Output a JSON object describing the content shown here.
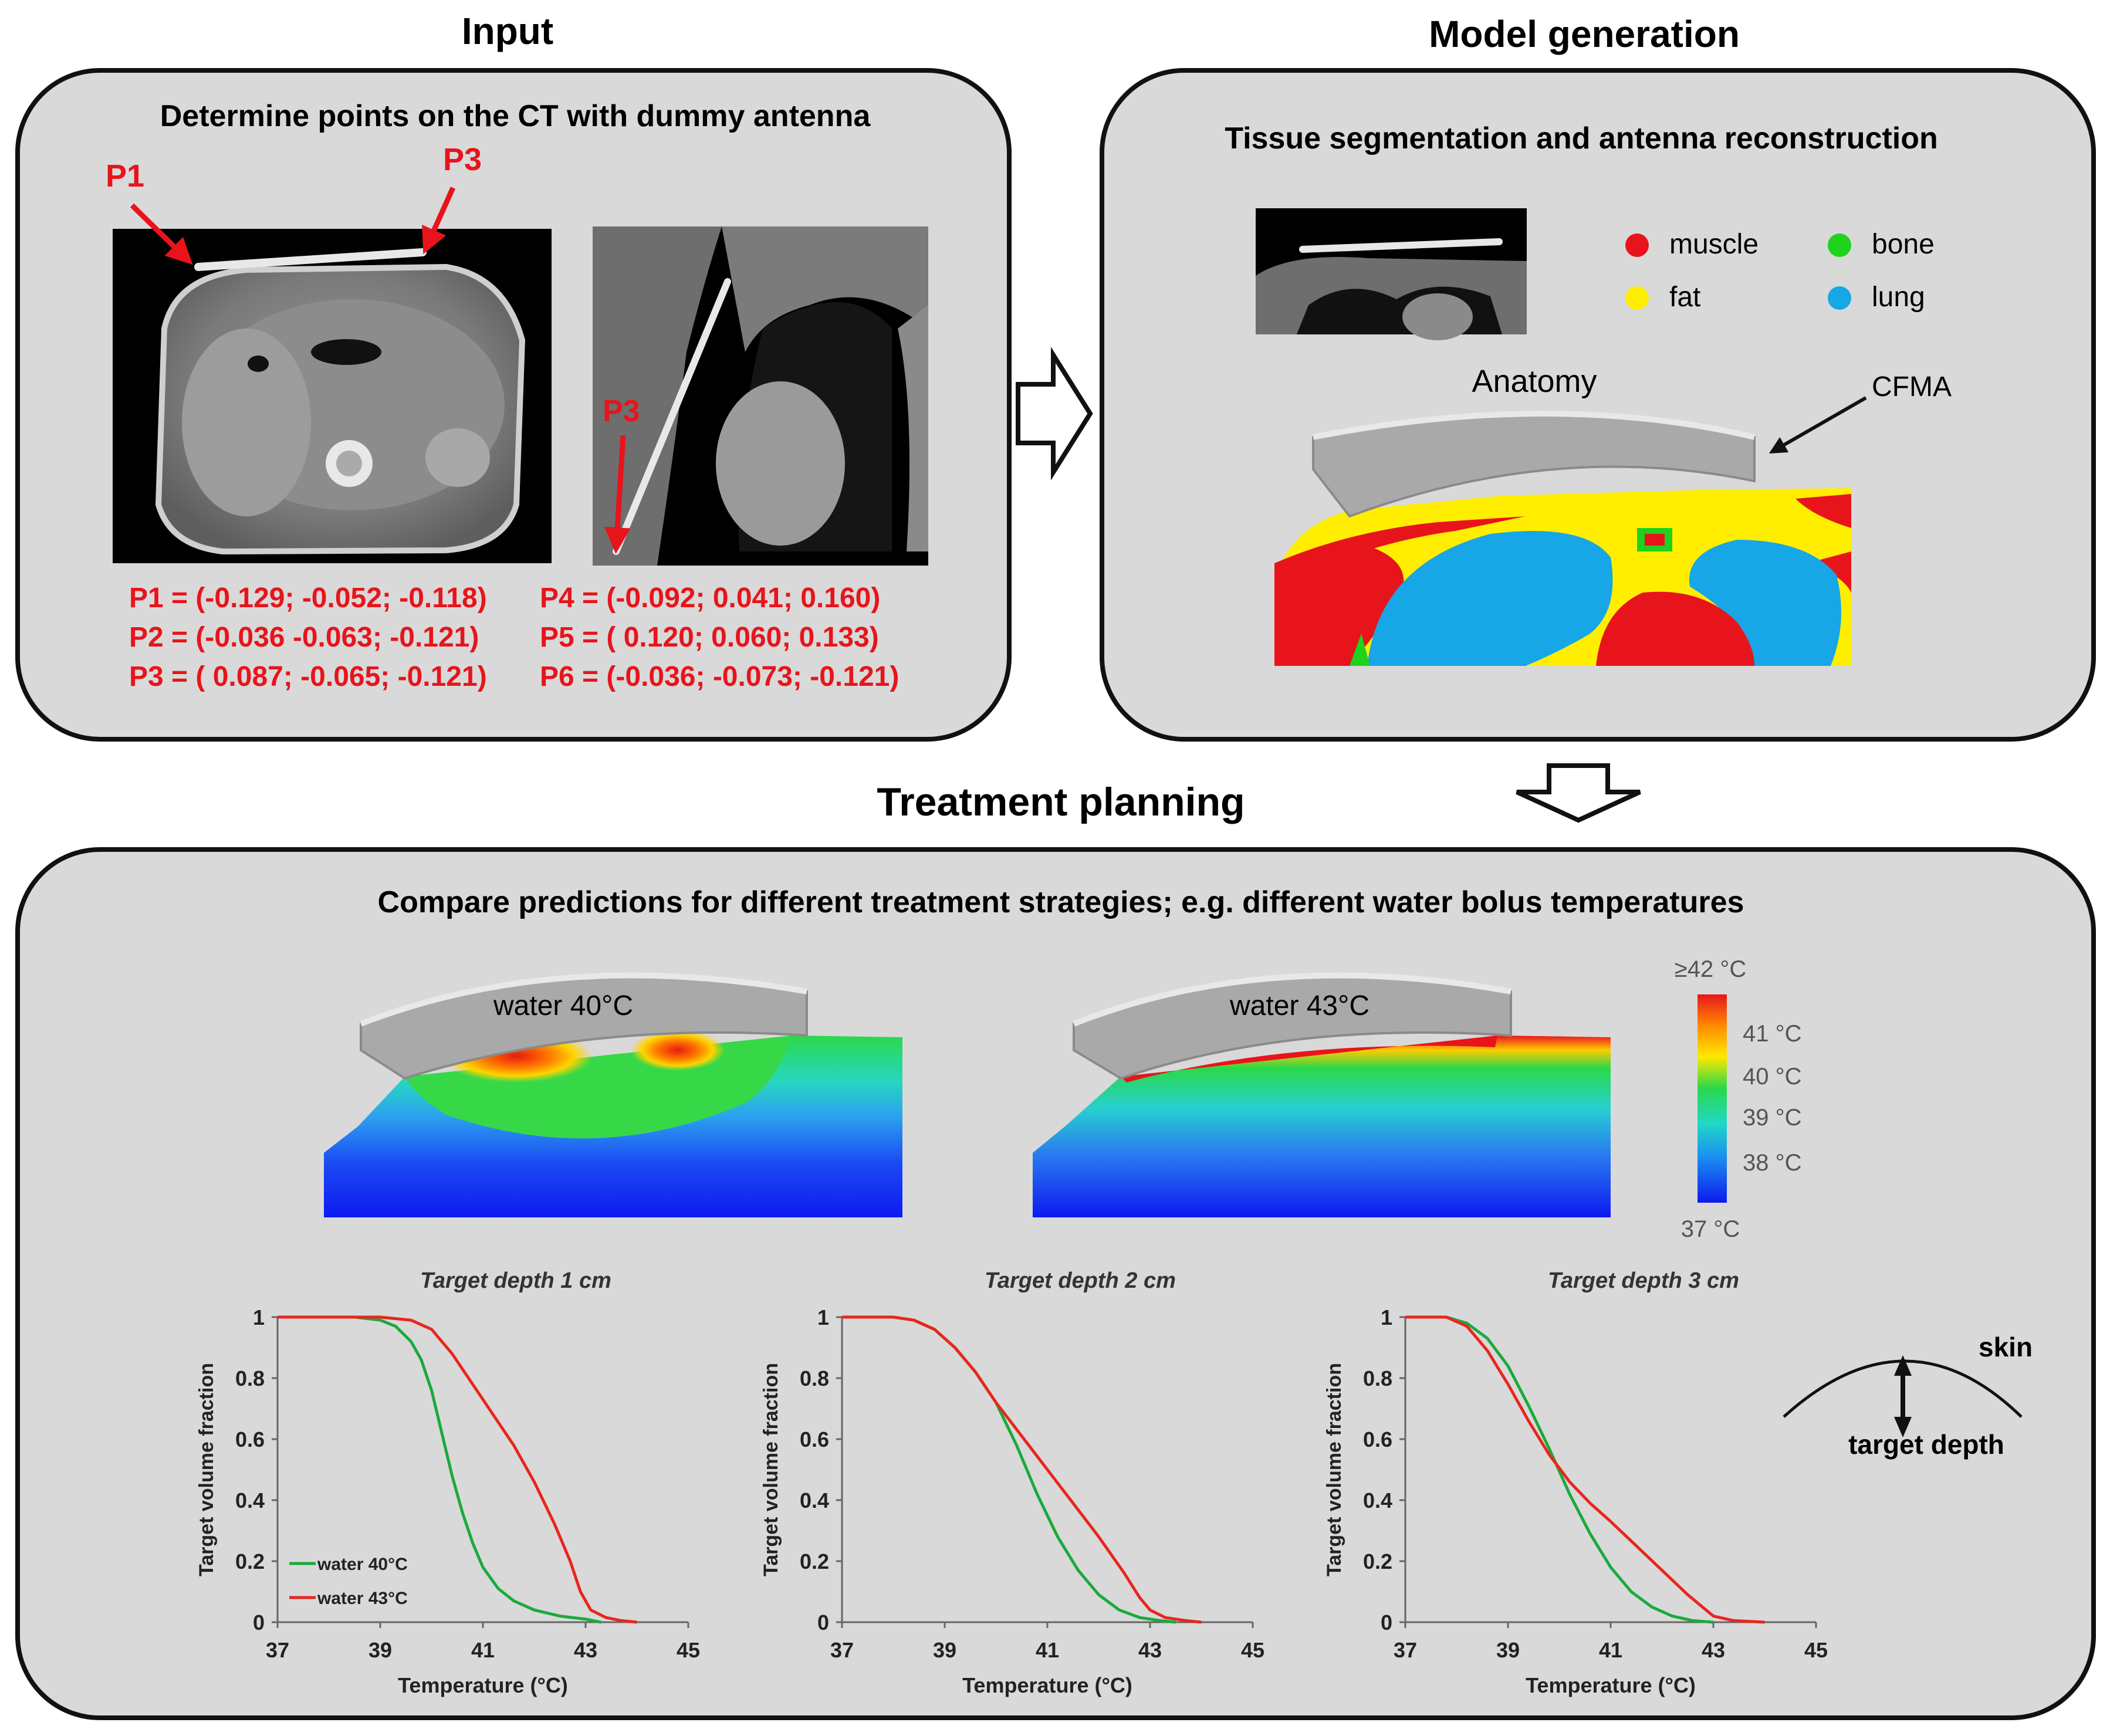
{
  "input": {
    "heading": "Input",
    "subtitle": "Determine points on the CT with dummy antenna",
    "marker_p1": "P1",
    "marker_p3_axial": "P3",
    "marker_p3_sagittal": "P3",
    "points_left": [
      "P1 = (-0.129; -0.052; -0.118)",
      "P2 = (-0.036 -0.063; -0.121)",
      "P3 = ( 0.087; -0.065; -0.121)"
    ],
    "points_right": [
      "P4 = (-0.092;  0.041; 0.160)",
      "P5 = ( 0.120;  0.060; 0.133)",
      "P6 = (-0.036; -0.073;  -0.121)"
    ]
  },
  "model": {
    "heading": "Model generation",
    "subtitle": "Tissue segmentation and antenna reconstruction",
    "legend": [
      {
        "label": "muscle",
        "color": "#e8141b"
      },
      {
        "label": "bone",
        "color": "#1ed21e"
      },
      {
        "label": "fat",
        "color": "#ffee00"
      },
      {
        "label": "lung",
        "color": "#17a6e6"
      }
    ],
    "anatomy_label": "Anatomy",
    "cfma_label": "CFMA"
  },
  "treatment": {
    "heading": "Treatment planning",
    "subtitle": "Compare predictions for different treatment strategies; e.g. different water bolus temperatures",
    "panel_left_label": "water 40°C",
    "panel_right_label": "water 43°C",
    "colorbar_ticks": [
      "≥42 °C",
      "41 °C",
      "40 °C",
      "39 °C",
      "38 °C",
      "37 °C"
    ],
    "inset_skin": "skin",
    "inset_target": "target depth"
  },
  "chart_data": [
    {
      "type": "line",
      "title": "Target depth 1 cm",
      "xlabel": "Temperature (°C)",
      "ylabel": "Target volume fraction",
      "xlim": [
        37,
        45
      ],
      "ylim": [
        0,
        1
      ],
      "xticks": [
        "37",
        "39",
        "41",
        "43",
        "45"
      ],
      "yticks": [
        "0",
        "0.2",
        "0.4",
        "0.6",
        "0.8",
        "1"
      ],
      "legend": "bottom-left",
      "series": [
        {
          "name": "water 40°C",
          "color": "#1aaa3c",
          "x": [
            37,
            38,
            38.5,
            39,
            39.3,
            39.6,
            39.8,
            40,
            40.2,
            40.4,
            40.6,
            40.8,
            41,
            41.3,
            41.6,
            42,
            42.5,
            43,
            43.3
          ],
          "y": [
            1,
            1,
            1,
            0.99,
            0.97,
            0.92,
            0.86,
            0.76,
            0.62,
            0.48,
            0.36,
            0.26,
            0.18,
            0.11,
            0.07,
            0.04,
            0.02,
            0.01,
            0
          ]
        },
        {
          "name": "water 43°C",
          "color": "#e8261e",
          "x": [
            37,
            39,
            39.6,
            40,
            40.4,
            40.8,
            41.2,
            41.6,
            42,
            42.4,
            42.7,
            42.9,
            43.1,
            43.4,
            43.7,
            44
          ],
          "y": [
            1,
            1,
            0.99,
            0.96,
            0.88,
            0.78,
            0.68,
            0.58,
            0.46,
            0.32,
            0.2,
            0.1,
            0.04,
            0.015,
            0.005,
            0
          ]
        }
      ]
    },
    {
      "type": "line",
      "title": "Target depth 2 cm",
      "xlabel": "Temperature (°C)",
      "ylabel": "Target volume fraction",
      "xlim": [
        37,
        45
      ],
      "ylim": [
        0,
        1
      ],
      "xticks": [
        "37",
        "39",
        "41",
        "43",
        "45"
      ],
      "yticks": [
        "0",
        "0.2",
        "0.4",
        "0.6",
        "0.8",
        "1"
      ],
      "series": [
        {
          "name": "water 40°C",
          "color": "#1aaa3c",
          "x": [
            37,
            38,
            38.4,
            38.8,
            39.2,
            39.6,
            40,
            40.4,
            40.8,
            41.2,
            41.6,
            42,
            42.4,
            42.8,
            43.2,
            43.5
          ],
          "y": [
            1,
            1,
            0.99,
            0.96,
            0.9,
            0.82,
            0.72,
            0.58,
            0.42,
            0.28,
            0.17,
            0.09,
            0.04,
            0.015,
            0.005,
            0
          ]
        },
        {
          "name": "water 43°C",
          "color": "#e8261e",
          "x": [
            37,
            38,
            38.4,
            38.8,
            39.2,
            39.6,
            40,
            40.5,
            41,
            41.5,
            42,
            42.5,
            42.8,
            43,
            43.3,
            43.7,
            44
          ],
          "y": [
            1,
            1,
            0.99,
            0.96,
            0.9,
            0.82,
            0.72,
            0.61,
            0.5,
            0.39,
            0.28,
            0.16,
            0.08,
            0.04,
            0.015,
            0.005,
            0
          ]
        }
      ]
    },
    {
      "type": "line",
      "title": "Target depth 3 cm",
      "xlabel": "Temperature (°C)",
      "ylabel": "Target volume fraction",
      "xlim": [
        37,
        45
      ],
      "ylim": [
        0,
        1
      ],
      "xticks": [
        "37",
        "39",
        "41",
        "43",
        "45"
      ],
      "yticks": [
        "0",
        "0.2",
        "0.4",
        "0.6",
        "0.8",
        "1"
      ],
      "series": [
        {
          "name": "water 40°C",
          "color": "#1aaa3c",
          "x": [
            37,
            37.8,
            38.2,
            38.6,
            39,
            39.4,
            39.8,
            40.2,
            40.6,
            41,
            41.4,
            41.8,
            42.2,
            42.6,
            43
          ],
          "y": [
            1,
            1,
            0.98,
            0.93,
            0.84,
            0.71,
            0.57,
            0.42,
            0.29,
            0.18,
            0.1,
            0.05,
            0.02,
            0.005,
            0
          ]
        },
        {
          "name": "water 43°C",
          "color": "#e8261e",
          "x": [
            37,
            37.8,
            38.2,
            38.6,
            39,
            39.4,
            39.8,
            40.2,
            40.6,
            41,
            41.5,
            42,
            42.5,
            43,
            43.4,
            44
          ],
          "y": [
            1,
            1,
            0.97,
            0.89,
            0.78,
            0.66,
            0.55,
            0.46,
            0.39,
            0.33,
            0.25,
            0.17,
            0.09,
            0.02,
            0.005,
            0
          ]
        }
      ]
    }
  ]
}
